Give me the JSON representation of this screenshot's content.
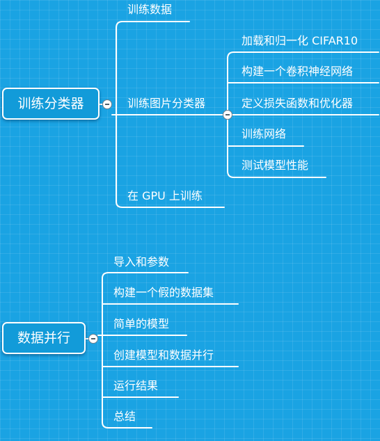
{
  "tree1": {
    "root": "训练分类器",
    "children": [
      {
        "label": "训练数据"
      },
      {
        "label": "训练图片分类器",
        "children": [
          "加载和归一化 CIFAR10",
          "构建一个卷积神经网络",
          "定义损失函数和优化器",
          "训练网络",
          "测试模型性能"
        ]
      },
      {
        "label": "在 GPU 上训练"
      }
    ]
  },
  "tree2": {
    "root": "数据并行",
    "children": [
      {
        "label": "导入和参数"
      },
      {
        "label": "构建一个假的数据集"
      },
      {
        "label": "简单的模型"
      },
      {
        "label": "创建模型和数据并行"
      },
      {
        "label": "运行结果"
      },
      {
        "label": "总结"
      }
    ]
  }
}
